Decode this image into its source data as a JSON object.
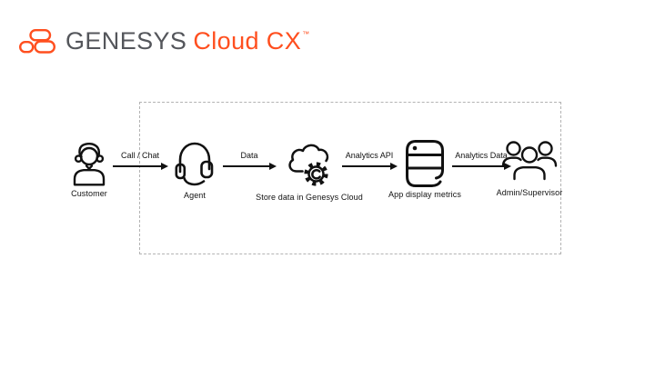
{
  "logo": {
    "brand": "GENESYS",
    "product": "Cloud CX",
    "trademark": "™"
  },
  "colors": {
    "brand_orange": "#FF4F1F",
    "brand_gray": "#54565B",
    "diagram_ink": "#111111",
    "boundary_dash_gray": "#B3B3B3",
    "background": "#FFFFFF"
  },
  "icons": {
    "logo_mark": "genesys-logo-icon",
    "node_icons": [
      "customer-person-icon",
      "agent-headset-icon",
      "cloud-gear-icon",
      "server-metrics-icon",
      "user-group-icon"
    ]
  },
  "diagram": {
    "nodes": [
      {
        "label": "Customer"
      },
      {
        "label": "Agent"
      },
      {
        "label": "Store data in Genesys Cloud"
      },
      {
        "label": "App display metrics"
      },
      {
        "label": "Admin/Supervisor"
      }
    ],
    "arrows": [
      {
        "label": "Call / Chat"
      },
      {
        "label": "Data"
      },
      {
        "label": "Analytics API"
      },
      {
        "label": "Analytics Data"
      }
    ]
  }
}
